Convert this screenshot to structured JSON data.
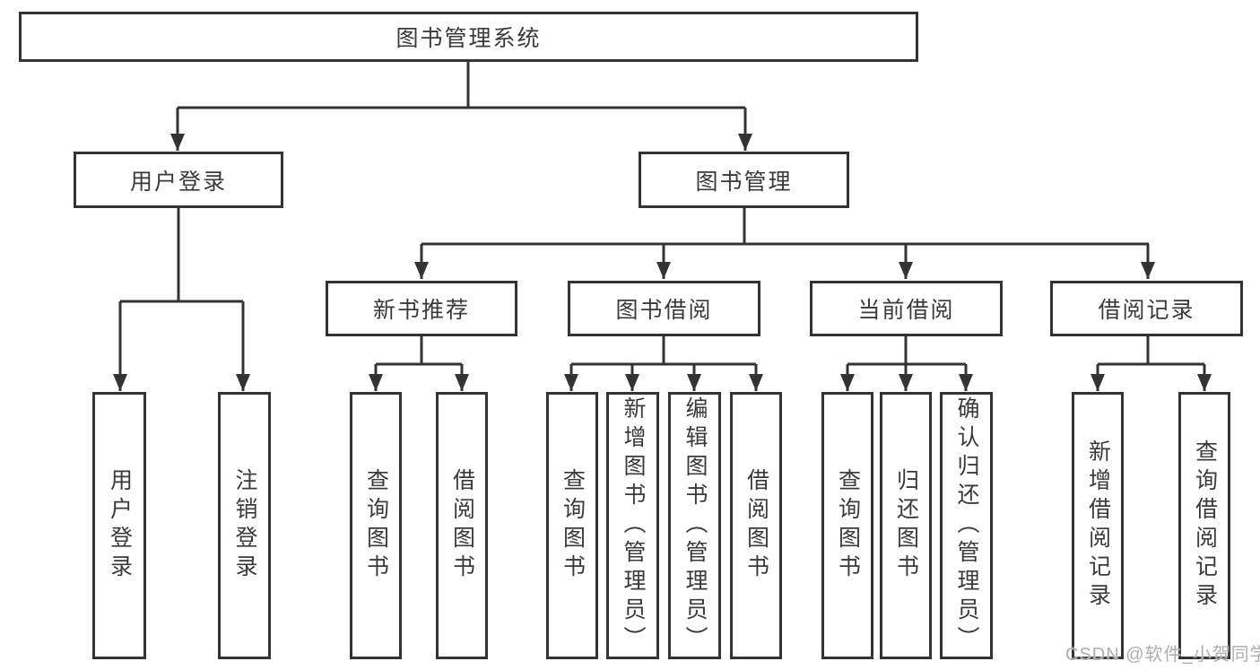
{
  "diagram": {
    "title_node": {
      "label": "图书管理系统"
    },
    "level2": {
      "user_login": {
        "label": "用户登录"
      },
      "book_mgmt": {
        "label": "图书管理"
      }
    },
    "level3": {
      "new_books": {
        "label": "新书推荐"
      },
      "book_borrow": {
        "label": "图书借阅"
      },
      "current_borrow": {
        "label": "当前借阅"
      },
      "borrow_records": {
        "label": "借阅记录"
      }
    },
    "leaves": {
      "user_login": {
        "label": "用户登录"
      },
      "logout": {
        "label": "注销登录"
      },
      "nb_query": {
        "label": "查询图书"
      },
      "nb_borrow": {
        "label": "借阅图书"
      },
      "bb_query": {
        "label": "查询图书"
      },
      "bb_add": {
        "label": "新增图书（管理员）"
      },
      "bb_edit": {
        "label": "编辑图书（管理员）"
      },
      "bb_borrow": {
        "label": "借阅图书"
      },
      "cb_query": {
        "label": "查询图书"
      },
      "cb_return": {
        "label": "归还图书"
      },
      "cb_confirm": {
        "label": "确认归还（管理员）"
      },
      "br_add": {
        "label": "新增借阅记录"
      },
      "br_query": {
        "label": "查询借阅记录"
      }
    }
  },
  "watermark": {
    "text": "CSDN @软件_小贺同学"
  },
  "colors": {
    "line": "#333333",
    "box_border": "#333333",
    "text": "#3a3a3a",
    "background": "#ffffff",
    "watermark": "#aeaeae"
  }
}
